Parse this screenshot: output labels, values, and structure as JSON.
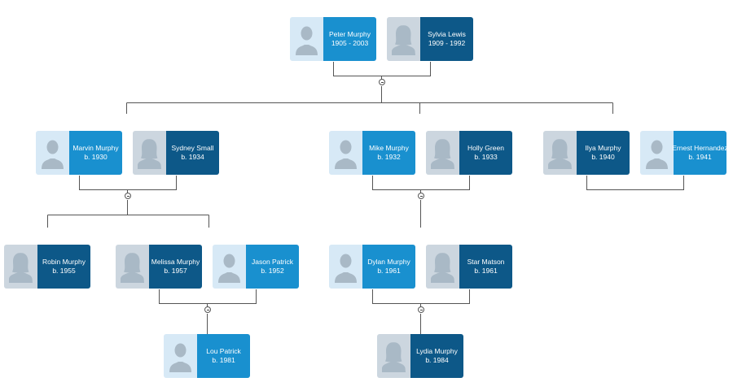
{
  "people": {
    "peter": {
      "name": "Peter Murphy",
      "dates": "1905 - 2003",
      "gender": "male"
    },
    "sylvia": {
      "name": "Sylvia Lewis",
      "dates": "1909 - 1992",
      "gender": "female"
    },
    "marvin": {
      "name": "Marvin Murphy",
      "dates": "b. 1930",
      "gender": "male"
    },
    "sydney": {
      "name": "Sydney Small",
      "dates": "b. 1934",
      "gender": "female"
    },
    "mike": {
      "name": "Mike Murphy",
      "dates": "b. 1932",
      "gender": "male"
    },
    "holly": {
      "name": "Holly Green",
      "dates": "b. 1933",
      "gender": "female"
    },
    "ilya": {
      "name": "Ilya Murphy",
      "dates": "b. 1940",
      "gender": "female"
    },
    "ernest": {
      "name": "Ernest Hernandez",
      "dates": "b. 1941",
      "gender": "male"
    },
    "robin": {
      "name": "Robin Murphy",
      "dates": "b. 1955",
      "gender": "female"
    },
    "melissa": {
      "name": "Melissa Murphy",
      "dates": "b. 1957",
      "gender": "female"
    },
    "jason": {
      "name": "Jason Patrick",
      "dates": "b. 1952",
      "gender": "male"
    },
    "dylan": {
      "name": "Dylan Murphy",
      "dates": "b. 1961",
      "gender": "male"
    },
    "star": {
      "name": "Star Matson",
      "dates": "b. 1961",
      "gender": "female"
    },
    "lou": {
      "name": "Lou Patrick",
      "dates": "b. 1981",
      "gender": "male"
    },
    "lydia": {
      "name": "Lydia Murphy",
      "dates": "b. 1984",
      "gender": "female"
    }
  },
  "colors": {
    "male_card": "#1990cf",
    "male_photo_bg": "#d7e9f6",
    "female_card": "#0d5888",
    "female_photo_bg": "#ccd6df",
    "silhouette": "#a9b9c6",
    "connector": "#555555"
  },
  "icons": {
    "photo": "person-silhouette-icon",
    "toggle": "collapse-minus-icon"
  }
}
